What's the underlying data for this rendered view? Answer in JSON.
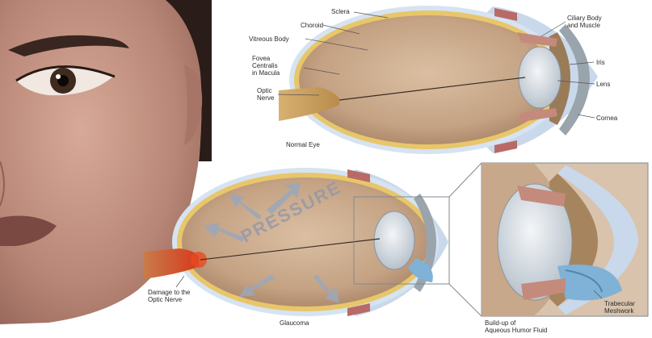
{
  "labels": {
    "sclera": "Sclera",
    "choroid": "Choroid",
    "vitreous": "Vitreous Body",
    "fovea": "Fovea\nCentralis\nin Macula",
    "optic": "Optic\nNerve",
    "ciliary": "Ciliary Body\nand Muscle",
    "iris": "Iris",
    "lens": "Lens",
    "cornea": "Cornea",
    "normal_caption": "Normal Eye",
    "damage": "Damage to the\nOptic Nerve",
    "glaucoma_caption": "Glaucoma",
    "pressure": "PRESSURE",
    "buildup": "Build-up of\nAqueous Humor Fluid",
    "trabecular": "Trabecular\nMeshwork"
  },
  "colors": {
    "skin": "#b5877a",
    "eye_interior": "#c9aa8a",
    "sclera_blue": "#c9d8ea",
    "choroid_yellow": "#e8c66a",
    "aqueous_blue": "#7fb2d6"
  }
}
